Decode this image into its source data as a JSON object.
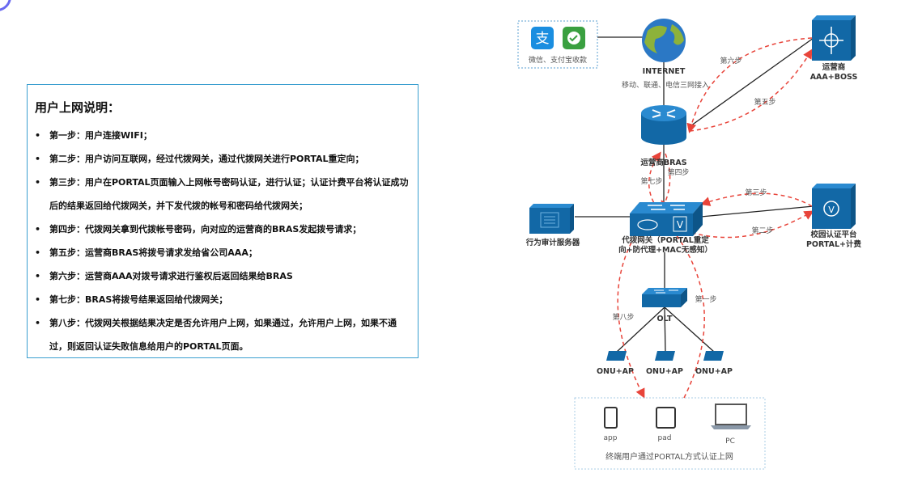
{
  "panel": {
    "title": "用户上网说明：",
    "bullet": "•",
    "steps": [
      "第一步：用户连接WIFI；",
      "第二步：用户访问互联网，经过代拨网关，通过代拨网关进行PORTAL重定向；",
      "第三步：用户在PORTAL页面输入上网帐号密码认证，进行认证；认证计费平台将认证成功后的结果返回给代拨网关，并下发代拨的帐号和密码给代拨网关；",
      "第四步：代拨网关拿到代拨帐号密码，向对应的运营商的BRAS发起拨号请求；",
      "第五步：运营商BRAS将拨号请求发给省公司AAA；",
      "第六步：运营商AAA对拨号请求进行鉴权后返回结果给BRAS",
      "第七步：BRAS将拨号结果返回给代拨网关；",
      "第八步：代拨网关根据结果决定是否允许用户上网，如果通过，允许用户上网，如果不通过，则返回认证失败信息给用户的PORTAL页面。"
    ]
  },
  "diagram": {
    "payment": {
      "label": "微信、支付宝收款",
      "alipay_glyph": "支"
    },
    "internet": {
      "label": "INTERNET",
      "sub": "移动、联通、电信三网接入"
    },
    "bras": {
      "label": "运营商BRAS"
    },
    "aaa": {
      "line1": "运营商",
      "line2": "AAA+BOSS"
    },
    "gateway": {
      "line1": "代拨网关（PORTAL重定",
      "line2": "向+防代理+MAC无感知）",
      "glyph": "V"
    },
    "audit": {
      "label": "行为审计服务器"
    },
    "portal": {
      "line1": "校园认证平台",
      "line2": "PORTAL+计费",
      "glyph": "V"
    },
    "olt": {
      "label": "OLT"
    },
    "onu": [
      "ONU+AP",
      "ONU+AP",
      "ONU+AP"
    ],
    "steps": {
      "s1": "第一步",
      "s2": "第二步",
      "s3": "第三步",
      "s4": "第四步",
      "s5": "第五步",
      "s6": "第六步",
      "s7": "第七步",
      "s8": "第八步"
    },
    "terminals": {
      "app": "app",
      "pad": "pad",
      "pc": "PC",
      "caption": "终端用户通过PORTAL方式认证上网"
    },
    "colors": {
      "device": "#1268a6",
      "arrow": "#e8443a",
      "line": "#222222"
    }
  }
}
